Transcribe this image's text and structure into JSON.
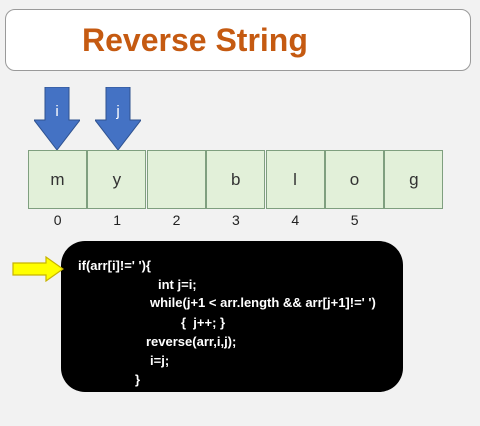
{
  "title": "Reverse String",
  "pointers": [
    {
      "label": "i",
      "index": 0
    },
    {
      "label": "j",
      "index": 1
    }
  ],
  "array": {
    "cells": [
      "m",
      "y",
      "",
      "b",
      "l",
      "o",
      "g"
    ],
    "indices": [
      "0",
      "1",
      "2",
      "3",
      "4",
      "5"
    ]
  },
  "code": {
    "lines": [
      "if(arr[i]!=' '){",
      "int j=i;",
      "while(j+1 < arr.length && arr[j+1]!=' ')",
      "{  j++; }",
      "reverse(arr,i,j);",
      "i=j;",
      "}"
    ],
    "highlighted_line": 0
  },
  "colors": {
    "title": "#c55a11",
    "arrow_fill": "#4472c4",
    "cell_fill": "#e2f0d9",
    "pointer_fill": "#ffff00",
    "code_bg": "#000000"
  }
}
